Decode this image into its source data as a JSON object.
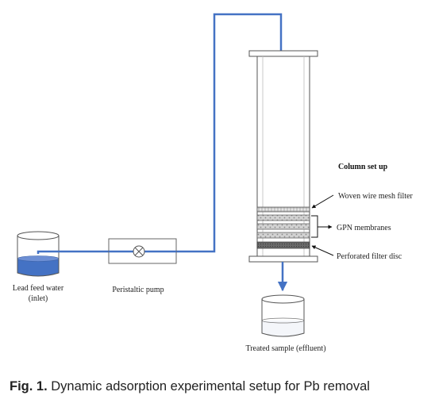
{
  "labels": {
    "feed_line1": "Lead feed water",
    "feed_line2": "(inlet)",
    "pump": "Peristaltic pump",
    "column": "Column set up",
    "mesh": "Woven wire mesh filter",
    "membranes": "GPN membranes",
    "disc": "Perforated filter disc",
    "effluent": "Treated sample (effluent)"
  },
  "caption": {
    "prefix": "Fig. 1.",
    "text": " Dynamic adsorption experimental setup for Pb removal"
  },
  "colors": {
    "tube": "#4472c4",
    "water": "#4472c4",
    "outline": "#555555"
  }
}
